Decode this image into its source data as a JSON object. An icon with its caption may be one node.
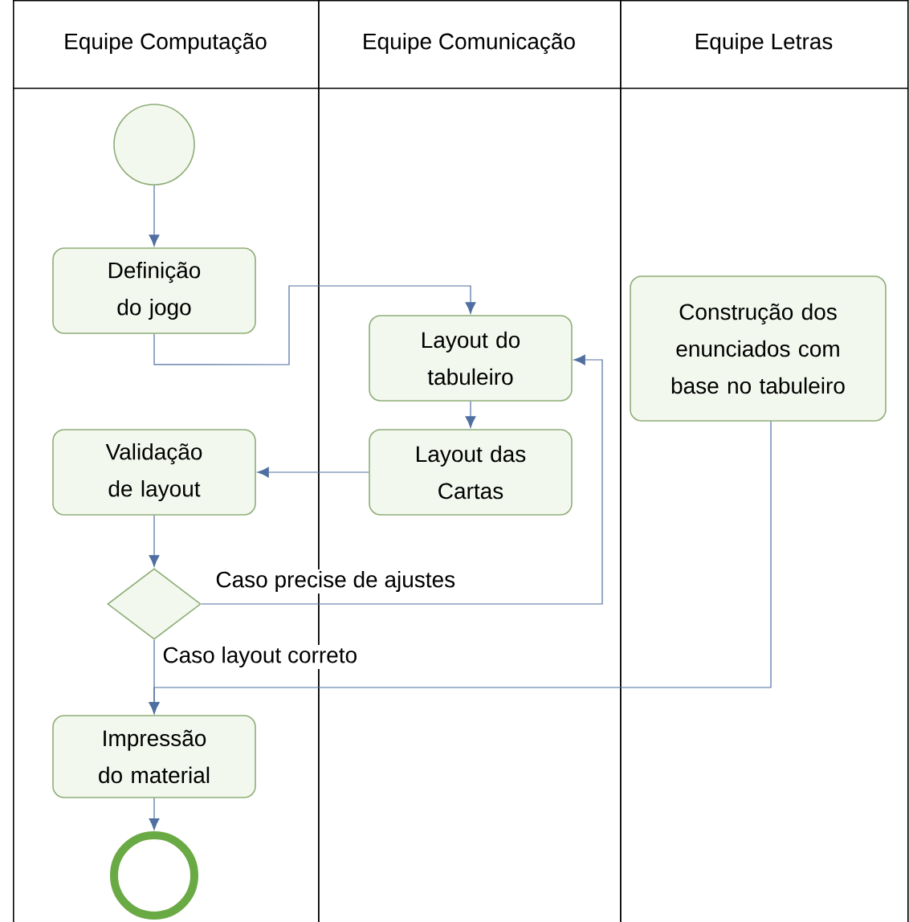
{
  "diagram": {
    "nodes": [
      {
        "text": [
          "Equipe Computação"
        ]
      },
      {
        "text": [
          "Equipe Comunicação"
        ]
      },
      {
        "text": [
          "Equipe Letras"
        ]
      },
      {
        "text": [],
        "shape": "circle",
        "in": 0
      },
      {
        "text": [
          "Definição do jogo"
        ],
        "in": 0
      },
      {
        "text": [
          "Layout do tabuleiro"
        ],
        "in": 1
      },
      {
        "text": [
          "Construção dos enunciados com base no tabuleiro"
        ],
        "in": 2
      },
      {
        "text": [
          "Validação de layout"
        ],
        "in": 0
      },
      {
        "text": [
          "Layout das Cartas"
        ],
        "in": 1
      },
      {
        "text": [],
        "shape": "diamond",
        "in": 0
      },
      {
        "text": [
          "Impressão do material"
        ],
        "in": 0
      },
      {
        "text": [],
        "shape": "circle",
        "in": 0
      }
    ],
    "edges": [
      {
        "from": 3,
        "to": 4,
        "arrow": "to"
      },
      {
        "from": 4,
        "to": 5,
        "arrow": "to"
      },
      {
        "from": 5,
        "to": 8,
        "arrow": "to"
      },
      {
        "from": 8,
        "to": 7,
        "arrow": "to"
      },
      {
        "from": 7,
        "to": 9,
        "arrow": "to"
      },
      {
        "from": 9,
        "to": 5,
        "arrow": "to",
        "label": "Caso precise de ajustes"
      },
      {
        "from": 9,
        "to": 10,
        "arrow": "to",
        "label": "Caso layout correto"
      },
      {
        "from": 6,
        "to": 10,
        "arrow": "to"
      },
      {
        "from": 10,
        "to": 11,
        "arrow": "to"
      }
    ]
  }
}
